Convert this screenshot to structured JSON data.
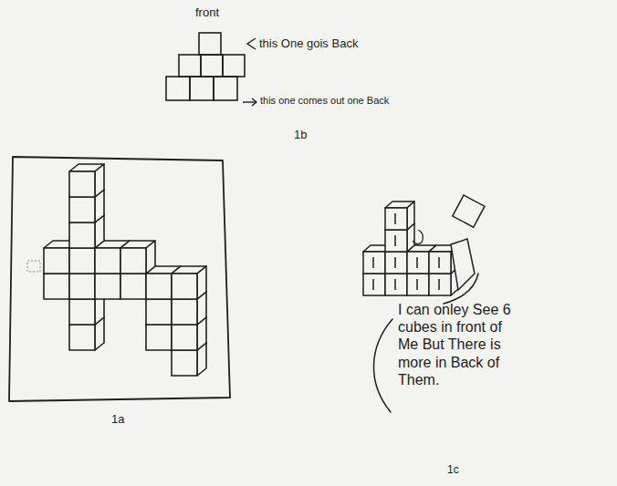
{
  "diagram": {
    "labels": [
      "front",
      "this One gois Back",
      "this one comes out one Back",
      "1b",
      "1a",
      "I can onley See 6 cubes in front of Me But There is more in Back of Them.",
      "1c"
    ]
  }
}
